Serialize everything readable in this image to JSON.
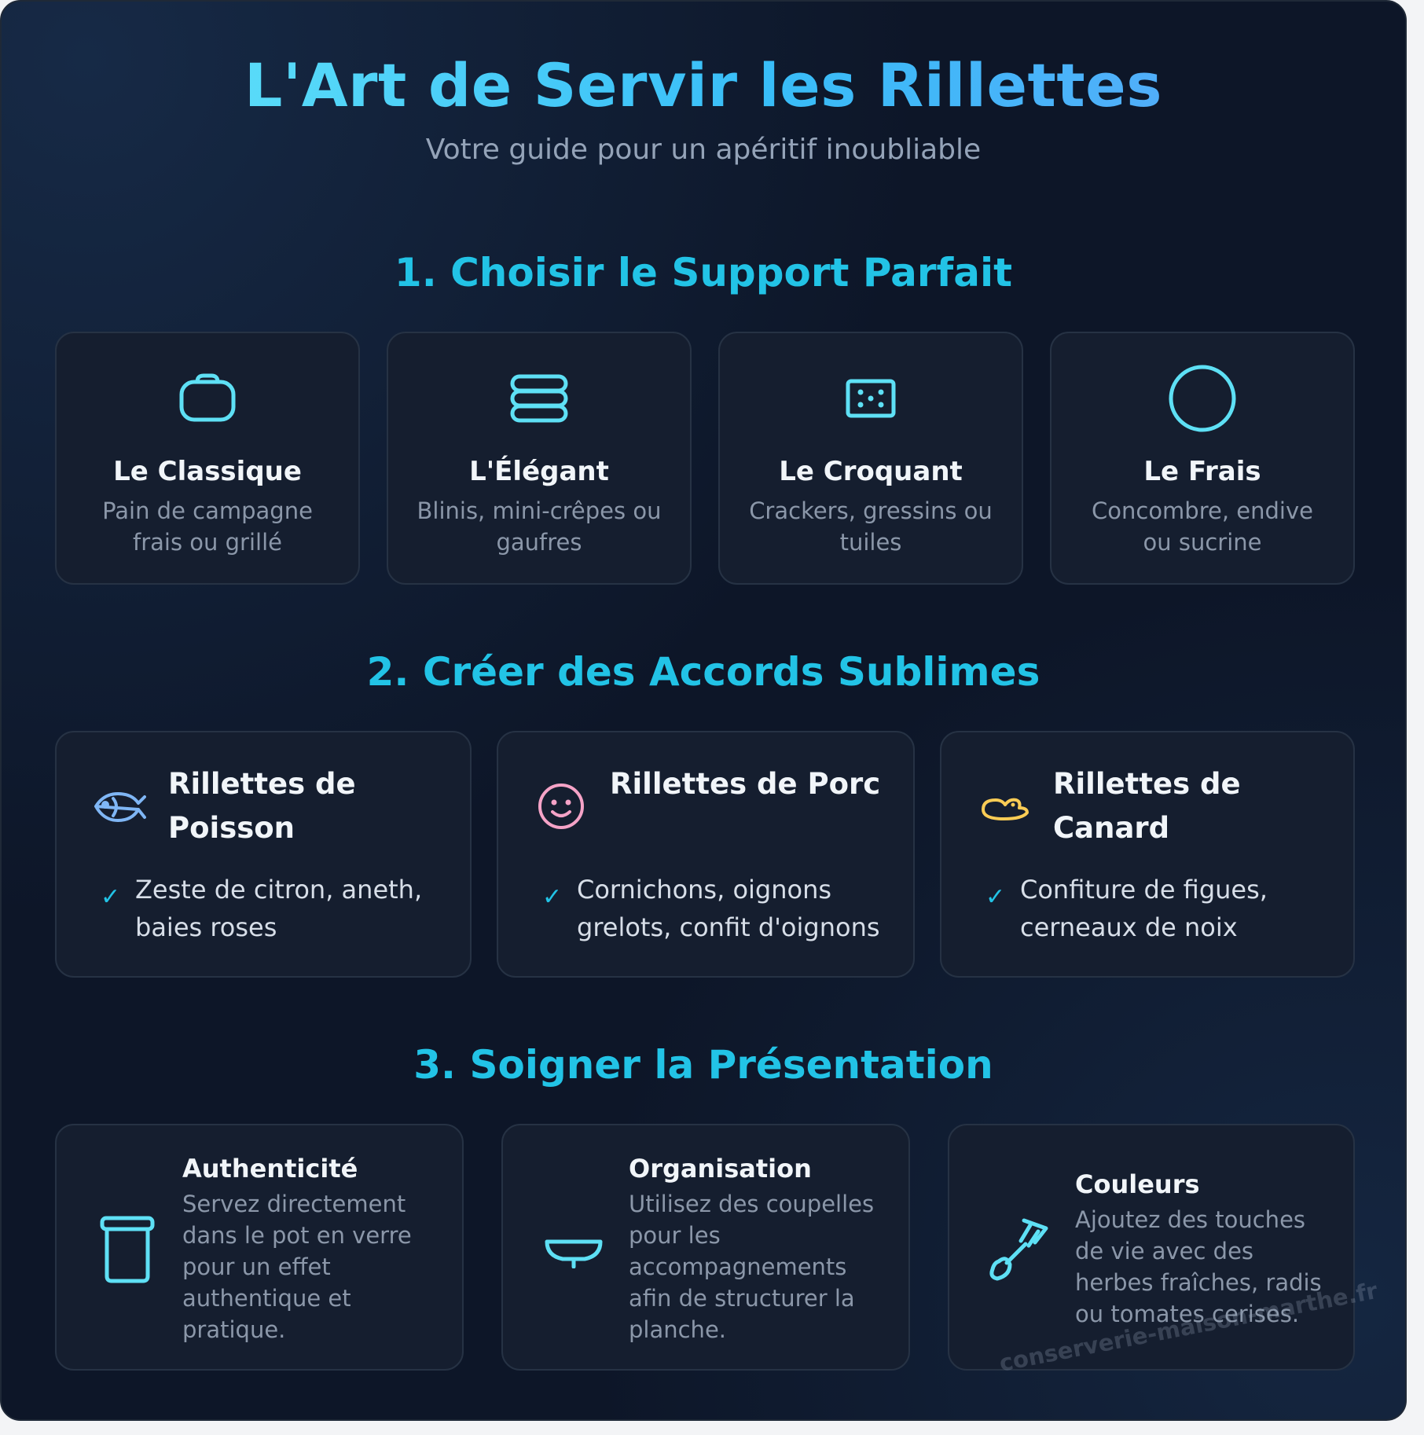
{
  "header": {
    "title": "L'Art de Servir les Rillettes",
    "subtitle": "Votre guide pour un apéritif inoubliable"
  },
  "section1": {
    "title": "1. Choisir le Support Parfait",
    "items": [
      {
        "icon": "bread-icon",
        "name": "Le Classique",
        "desc": "Pain de campagne frais ou grillé"
      },
      {
        "icon": "pancake-stack-icon",
        "name": "L'Élégant",
        "desc": "Blinis, mini-crêpes ou gaufres"
      },
      {
        "icon": "cracker-icon",
        "name": "Le Croquant",
        "desc": "Crackers, gressins ou tuiles"
      },
      {
        "icon": "cucumber-slice-icon",
        "name": "Le Frais",
        "desc": "Concombre, endive ou sucrine"
      }
    ]
  },
  "section2": {
    "title": "2. Créer des Accords Sublimes",
    "items": [
      {
        "icon": "fish-icon",
        "name": "Rillettes de Poisson",
        "check": "✓",
        "text": "Zeste de citron, aneth, baies roses"
      },
      {
        "icon": "pig-icon",
        "name": "Rillettes de Porc",
        "check": "✓",
        "text": "Cornichons, oignons grelots, confit d'oignons"
      },
      {
        "icon": "duck-icon",
        "name": "Rillettes de Canard",
        "check": "✓",
        "text": "Confiture de figues, cerneaux de noix"
      }
    ]
  },
  "section3": {
    "title": "3. Soigner la Présentation",
    "items": [
      {
        "icon": "jar-icon",
        "name": "Authenticité",
        "desc": "Servez directement dans le pot en verre pour un effet authentique et pratique."
      },
      {
        "icon": "bowl-icon",
        "name": "Organisation",
        "desc": "Utilisez des coupelles pour les accompagnements afin de structurer la planche."
      },
      {
        "icon": "herb-icon",
        "name": "Couleurs",
        "desc": "Ajoutez des touches de vie avec des herbes fraîches, radis ou tomates cerises."
      }
    ]
  },
  "watermark": "conserverie-maison-marthe.fr",
  "colors": {
    "accent": "#22c3e6",
    "icon_cyan": "#5ee0f5",
    "icon_blue": "#7fb6f5",
    "icon_pink": "#f5a3c7",
    "icon_yellow": "#facc55"
  }
}
